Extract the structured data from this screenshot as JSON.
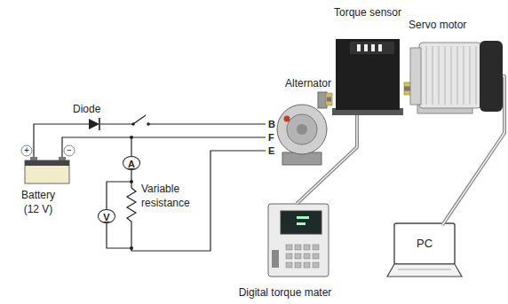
{
  "diagram": {
    "nodes": [
      {
        "text": [
          "Battery (12 V)"
        ]
      },
      {
        "text": [
          "Diode"
        ]
      },
      {
        "text": [
          "A"
        ]
      },
      {
        "text": [
          "V"
        ]
      },
      {
        "text": [
          "Variable resistance"
        ]
      },
      {
        "text": [
          "Alternator"
        ]
      },
      {
        "text": [
          "Torque sensor"
        ]
      },
      {
        "text": [
          "Servo motor"
        ]
      },
      {
        "text": [
          "Digital torque mater"
        ]
      },
      {
        "text": [
          "PC"
        ]
      }
    ],
    "edges": [
      {
        "from": 6,
        "to": 8,
        "arrow": "none"
      },
      {
        "from": 7,
        "to": 9,
        "arrow": "none"
      },
      {
        "from": 5,
        "to": 6,
        "arrow": "none"
      },
      {
        "from": 6,
        "to": 7,
        "arrow": "none"
      }
    ],
    "labels": [
      "B",
      "F",
      "E",
      "+",
      "−"
    ]
  }
}
